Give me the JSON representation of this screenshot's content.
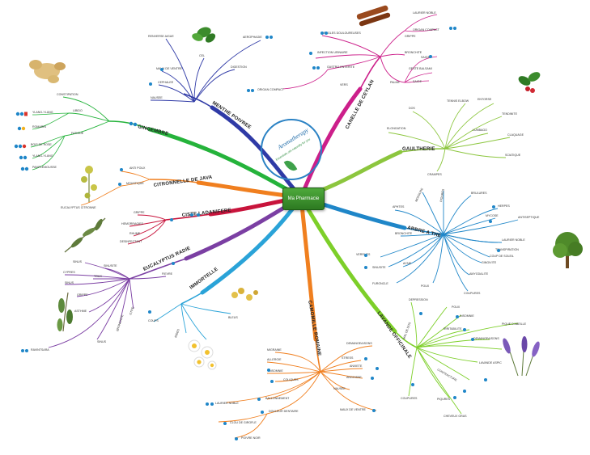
{
  "center": {
    "label": "Ma Pharmacie"
  },
  "logo": {
    "title": "Aromatherapy",
    "subtitle": "Essentials oils naturally for you"
  },
  "branches": [
    {
      "name": "MENTHE POIVREE",
      "color": "#2f3aa6",
      "items": [
        "RENVERSE AIGUE",
        "CEL",
        "AEROPHAGIE",
        "MAUX DE VENTRE",
        "DIGESTION",
        "CEPHALEE",
        "NAUSEE"
      ]
    },
    {
      "name": "CANELLE DE CEYLAN",
      "color": "#cc1f8a",
      "items": [
        "REGLES DOULOUREUSES",
        "GRIPPE",
        "LAURIER NOBLE",
        "ORIGAN COMPACT",
        "INFECTION URINAIRE",
        "BRONCHITE",
        "GASTRO-ENTERITE",
        "SAIGE",
        "ORIGAN COMPACT",
        "VERS",
        "GESTE BALSAMI",
        "PALME",
        "SAIGE"
      ]
    },
    {
      "name": "GINGEMBRE",
      "color": "#25b33b",
      "items": [
        "CONSTIPATION",
        "YLANG-YLANG",
        "LIBIDO",
        "ROMARIN",
        "FATIGUE",
        "BOIS DE ROSE",
        "YLANG-YLANG",
        "PAMPLEMOUSSE"
      ]
    },
    {
      "name": "GAULTHERIE",
      "color": "#8cc63e",
      "items": [
        "TENNIS ELBOW",
        "ENTORSE",
        "DOS",
        "TENDINITE",
        "LUMBAGO",
        "ELONGATION",
        "CLAQUAGE",
        "SCIATIQUE",
        "CRAMPES"
      ]
    },
    {
      "name": "CITRONNELLE DE JAVA",
      "color": "#f07f1f",
      "items": [
        "ANTI POUX",
        "MOUSTIQUE",
        "EUCALYPTUS CITRONNE"
      ]
    },
    {
      "name": "CISTE LADANIFERE",
      "color": "#c8143c",
      "items": [
        "GRIPPE",
        "HEMORRAGIES",
        "RHUME",
        "DESINFECTANT"
      ]
    },
    {
      "name": "ARBRE A THE",
      "color": "#1f86c8",
      "items": [
        "APHTES",
        "MORSURE",
        "PIQURES",
        "BRULURES",
        "HERPES",
        "ANTISEPTIQUE",
        "MYCOSE",
        "BRONCHITE",
        "LAURIER NOBLE",
        "VERRUES",
        "TRANSPIRATION",
        "SINUSITE",
        "ACNE",
        "COUP DE SOLEIL",
        "GINGIVITE",
        "FURONCLE",
        "POUX",
        "AMYGDALITE",
        "COUPURES"
      ]
    },
    {
      "name": "EUCALYPTUS RADIE",
      "color": "#7b3fa3",
      "items": [
        "SINUS",
        "SINUSITE",
        "FIEVRE",
        "CYPRES",
        "TOUX",
        "SINUS",
        "GRIPPE",
        "OTITE",
        "ASTHME",
        "BRONCHITE",
        "SINUS",
        "RAVINTSARA"
      ]
    },
    {
      "name": "IMMORTELLE",
      "color": "#2aa3d8",
      "items": [
        "COUPS",
        "BLEUS",
        "RIDES"
      ]
    },
    {
      "name": "CAMOMILLE ROMAINE",
      "color": "#f07f1f",
      "items": [
        "MIGRAINE",
        "DEMANGEAISONS",
        "ALLERGIE",
        "INSOMNIE",
        "STRESS",
        "ANXIETE",
        "ANGOISSE",
        "COLIQUES",
        "NAUSEE",
        "LAURIER NOBLE",
        "BALLONNEMENT",
        "DOULEUR DENTAIRE",
        "CLOU DE GIROFLE",
        "MAUX DE VENTRE",
        "POIVRE NOIR"
      ]
    },
    {
      "name": "LAVANDE OFFICINALE",
      "color": "#7dcf29",
      "items": [
        "DEPRESSION",
        "MAL DE DOS",
        "POUX",
        "INSOMNIE",
        "IRRITABILITE",
        "DEMANGEAISONS",
        "PIQUE D'ABEILLE",
        "LAVANDE ASPIC",
        "CONTRACTURE",
        "COUPURES",
        "PIQURES",
        "CHEVEUX GRAS"
      ]
    }
  ]
}
